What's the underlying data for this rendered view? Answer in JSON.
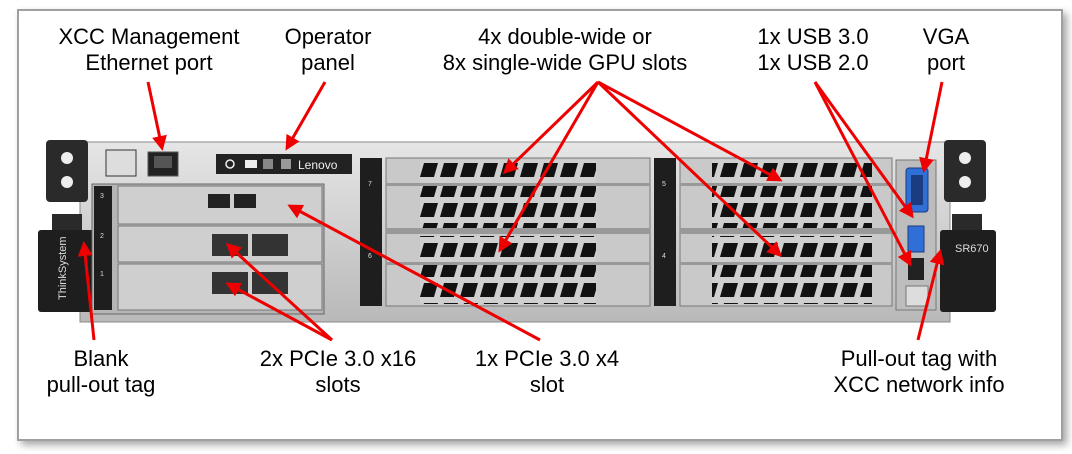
{
  "labels": {
    "xcc_port": [
      "XCC Management",
      "Ethernet port"
    ],
    "operator_panel": [
      "Operator",
      "panel"
    ],
    "gpu_slots": [
      "4x double-wide or",
      "8x single-wide GPU slots"
    ],
    "usb": [
      "1x USB 3.0",
      "1x USB 2.0"
    ],
    "vga": [
      "VGA",
      "port"
    ],
    "blank_tag": [
      "Blank",
      "pull-out tag"
    ],
    "pcie_x16": [
      "2x PCIe 3.0 x16",
      "slots"
    ],
    "pcie_x4": [
      "1x PCIe 3.0 x4",
      "slot"
    ],
    "pullout_tag": [
      "Pull-out tag with",
      "XCC network info"
    ]
  },
  "chassis": {
    "brand": "Lenovo",
    "side_brand": "ThinkSystem",
    "model": "SR670",
    "slot_numbers": [
      "3",
      "2",
      "1",
      "7",
      "6",
      "5",
      "4"
    ]
  },
  "colors": {
    "arrow": "#ee0000",
    "chassis_light": "#d4d4d4",
    "chassis_dark": "#1e1e1e",
    "bracket": "#2a2a2a",
    "usb_blue": "#2f6fd6"
  }
}
